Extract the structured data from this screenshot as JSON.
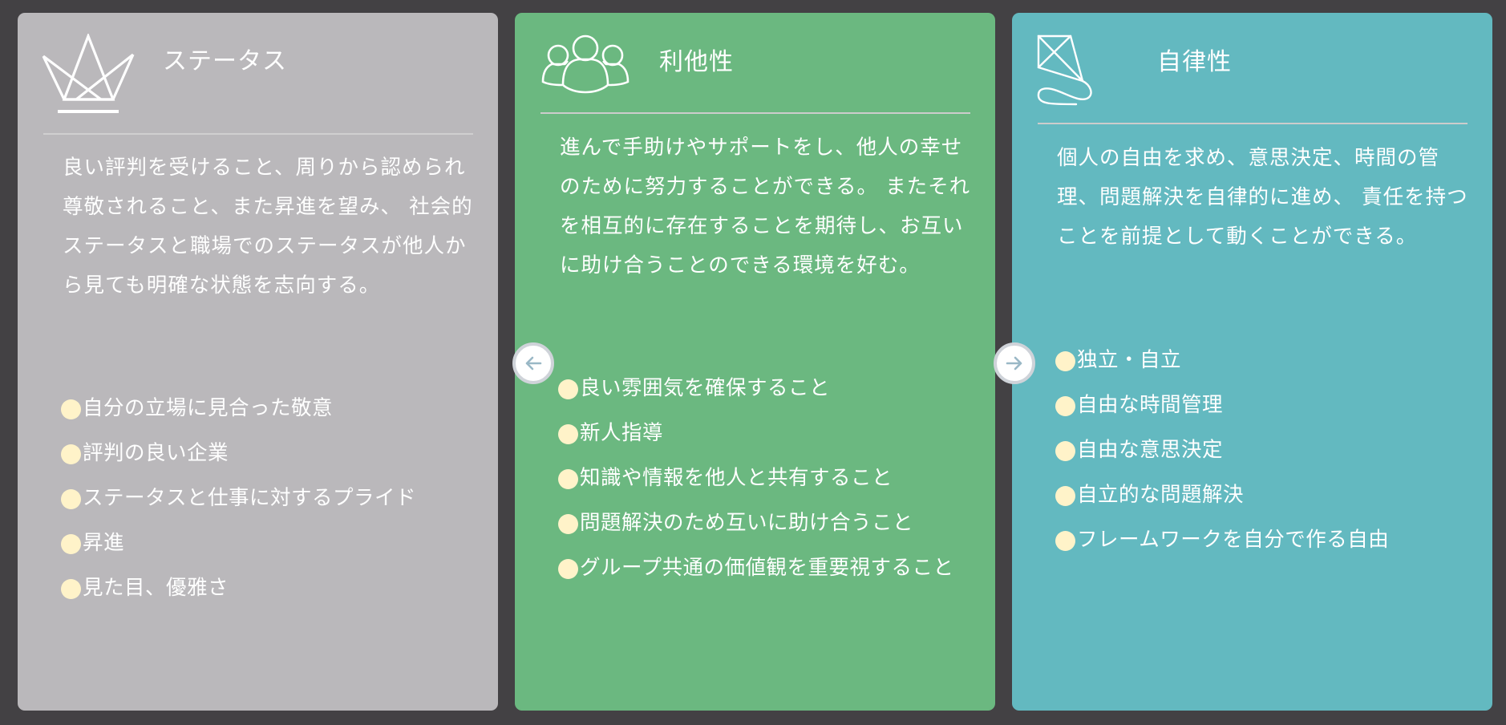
{
  "colors": {
    "background": "#434144",
    "status_card": "#bab8bb",
    "altruism_card": "#6bb880",
    "autonomy_card": "#63b9c0",
    "bullet": "#fff3c9",
    "arrow": "#9ab8c6"
  },
  "cards": [
    {
      "icon": "crown-icon",
      "title": "ステータス",
      "description": "良い評判を受けること、周りから認められ尊敬されること、また昇進を望み、 社会的ステータスと職場でのステータスが他人から見ても明確な状態を志向する。",
      "items": [
        "自分の立場に見合った敬意",
        "評判の良い企業",
        "ステータスと仕事に対するプライド",
        "昇進",
        "見た目、優雅さ"
      ]
    },
    {
      "icon": "people-group-icon",
      "title": "利他性",
      "description": "進んで手助けやサポートをし、他人の幸せのために努力することができる。 またそれを相互的に存在することを期待し、お互いに助け合うことのできる環境を好む。",
      "items": [
        "良い雰囲気を確保すること",
        "新人指導",
        "知識や情報を他人と共有すること",
        "問題解決のため互いに助け合うこと",
        "グループ共通の価値観を重要視すること"
      ]
    },
    {
      "icon": "kite-icon",
      "title": "自律性",
      "description": "個人の自由を求め、意思決定、時間の管理、問題解決を自律的に進め、 責任を持つことを前提として動くことができる。",
      "items": [
        "独立・自立",
        "自由な時間管理",
        "自由な意思決定",
        "自立的な問題解決",
        "フレームワークを自分で作る自由"
      ]
    }
  ],
  "navigation": {
    "prev_icon": "arrow-left-icon",
    "next_icon": "arrow-right-icon"
  }
}
